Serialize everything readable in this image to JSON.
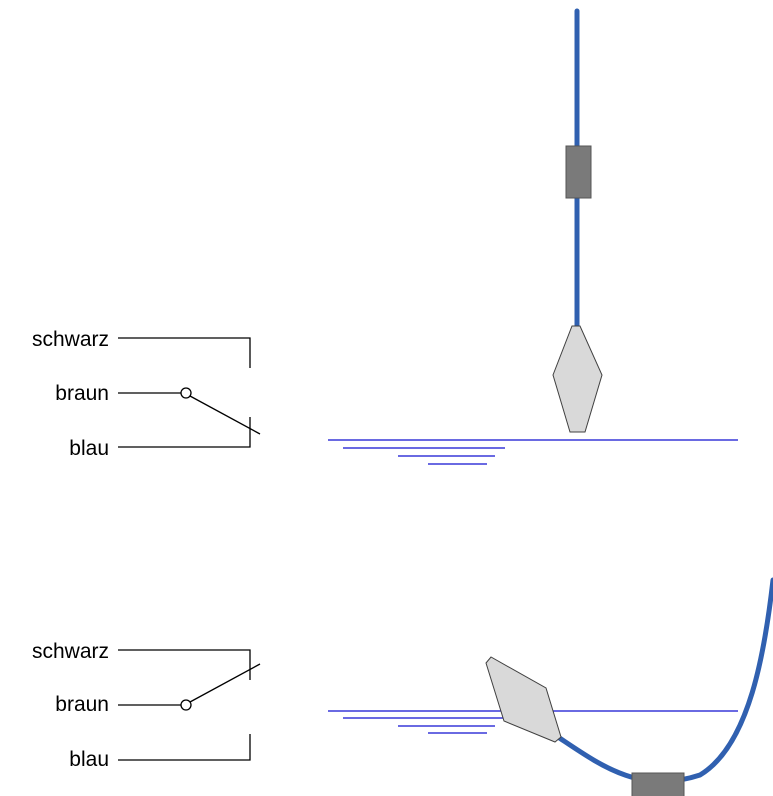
{
  "diagrams": [
    {
      "state": "lowered",
      "wires": [
        {
          "label": "schwarz"
        },
        {
          "label": "braun"
        },
        {
          "label": "blau"
        }
      ]
    },
    {
      "state": "raised",
      "wires": [
        {
          "label": "schwarz"
        },
        {
          "label": "braun"
        },
        {
          "label": "blau"
        }
      ]
    }
  ],
  "colors": {
    "cable": "#3060b0",
    "water": "#1010d0",
    "float_fill": "#d9d9d9",
    "float_stroke": "#404040",
    "weight_fill": "#7a7a7a",
    "line": "#000000"
  }
}
